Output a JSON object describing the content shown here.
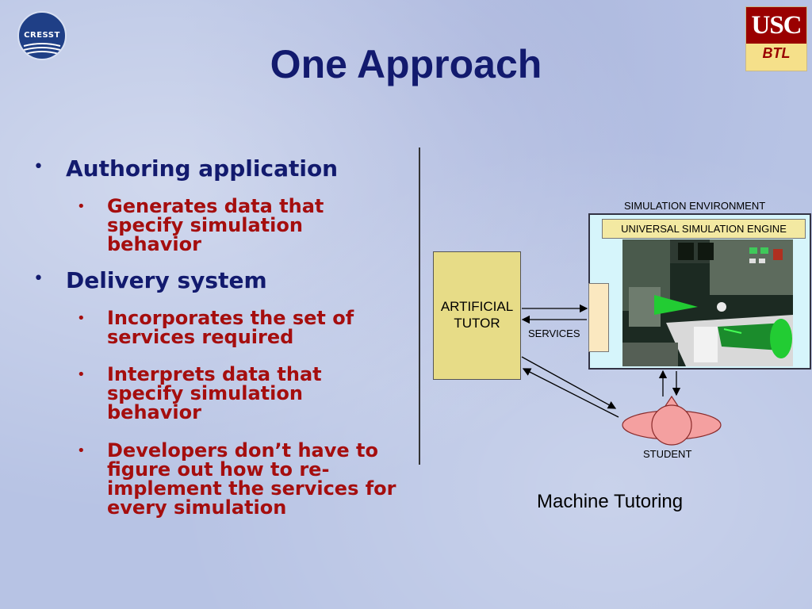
{
  "slide": {
    "title": "One Approach"
  },
  "logos": {
    "cresst": "CRESST",
    "usc": "USC",
    "btl": "BTL"
  },
  "bullets": [
    {
      "text": "Authoring application",
      "children": [
        "Generates data that specify simulation behavior"
      ]
    },
    {
      "text": "Delivery system",
      "children": [
        "Incorporates the set of services required",
        "Interprets data that specify simulation behavior",
        "Developers don’t have to figure out how to re-implement the services for every simulation"
      ]
    }
  ],
  "diagram": {
    "simulation_environment": "SIMULATION ENVIRONMENT",
    "engine": "UNIVERSAL SIMULATION ENGINE",
    "tutor_line1": "ARTIFICIAL",
    "tutor_line2": "TUTOR",
    "services": "SERVICES",
    "student": "STUDENT",
    "caption": "Machine Tutoring"
  },
  "colors": {
    "title": "#121a6e",
    "bullet_level1": "#121a6e",
    "bullet_level2": "#a50e0e",
    "tutor_box": "#e7dc87",
    "sim_env": "#d6f5fb",
    "student": "#f4a0a0",
    "usc_red": "#9a0000"
  },
  "icons": {
    "cresst_logo": "cresst-logo",
    "usc_logo": "usc-btl-logo",
    "student_figure": "student-icon",
    "simulation_screenshot": "cockpit-simulation-image"
  }
}
